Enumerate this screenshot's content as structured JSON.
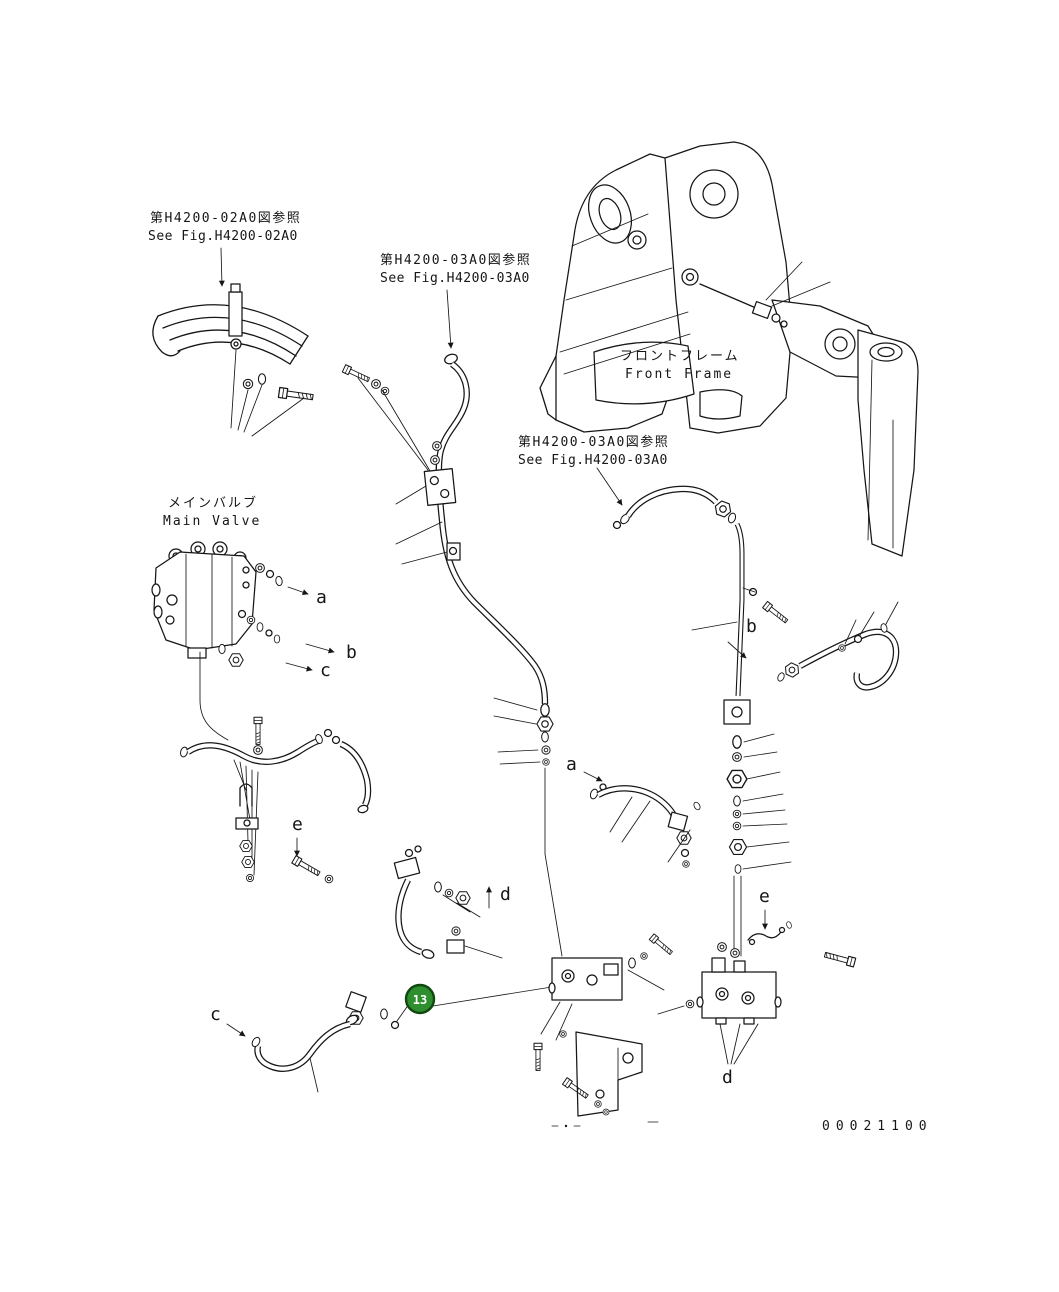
{
  "references": [
    {
      "jp": "第H4200-02A0図参照",
      "en": "See Fig.H4200-02A0"
    },
    {
      "jp": "第H4200-03A0図参照",
      "en": "See Fig.H4200-03A0"
    },
    {
      "jp": "第H4200-03A0図参照",
      "en": "See Fig.H4200-03A0"
    }
  ],
  "component_labels": [
    {
      "jp": "フロントフレーム",
      "en": "Front Frame"
    },
    {
      "jp": "メインバルブ",
      "en": "Main Valve"
    }
  ],
  "flow_markers": [
    "a",
    "b",
    "c",
    "b",
    "a",
    "e",
    "d",
    "e",
    "c",
    "d"
  ],
  "callout": {
    "number": "13",
    "fill": "#2f8f2f",
    "ring": "#10490f",
    "text_color": "#ffffff"
  },
  "drawing_number": "00021100",
  "page": {
    "background": "#ffffff",
    "line_color": "#161616"
  }
}
